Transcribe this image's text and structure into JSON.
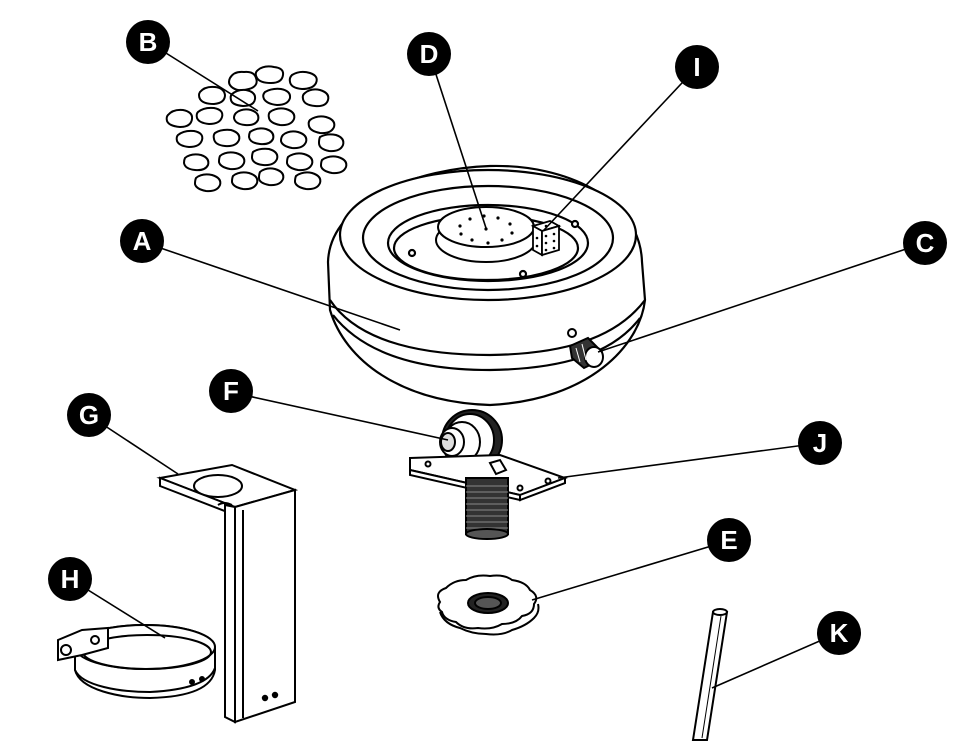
{
  "callouts": {
    "A": "A",
    "B": "B",
    "C": "C",
    "D": "D",
    "E": "E",
    "F": "F",
    "G": "G",
    "H": "H",
    "I": "I",
    "J": "J",
    "K": "K"
  },
  "colors": {
    "stroke": "#000000",
    "fill": "#ffffff",
    "callout_fill": "#000000",
    "callout_text": "#ffffff"
  }
}
